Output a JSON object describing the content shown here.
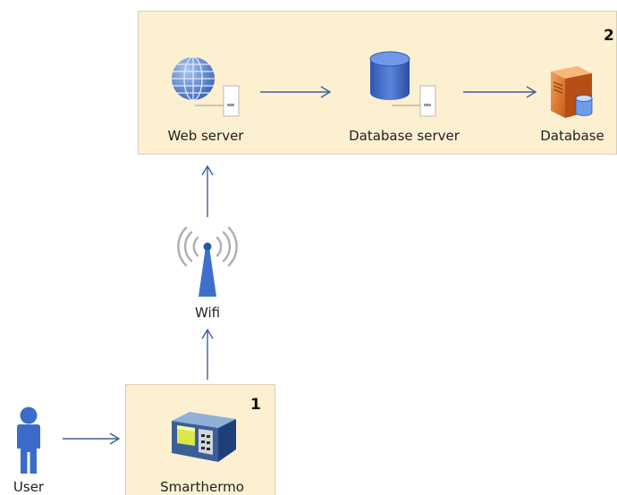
{
  "zone_server": {
    "number": "2"
  },
  "zone_device": {
    "number": "1"
  },
  "nodes": {
    "web_server": {
      "label": "Web server",
      "icon": "globe-server-icon"
    },
    "database_server": {
      "label": "Database server",
      "icon": "database-server-icon"
    },
    "database": {
      "label": "Database",
      "icon": "database-tower-icon"
    },
    "wifi": {
      "label": "Wifi",
      "icon": "wifi-antenna-icon"
    },
    "smarthermo": {
      "label": "Smarthermo",
      "icon": "thermostat-device-icon"
    },
    "user": {
      "label": "User",
      "icon": "user-icon"
    }
  },
  "colors": {
    "zone_fill": "#fdf0d0",
    "arrow": "#3f5f9e",
    "accent_blue": "#3b6cc9",
    "accent_orange": "#e0752b"
  }
}
